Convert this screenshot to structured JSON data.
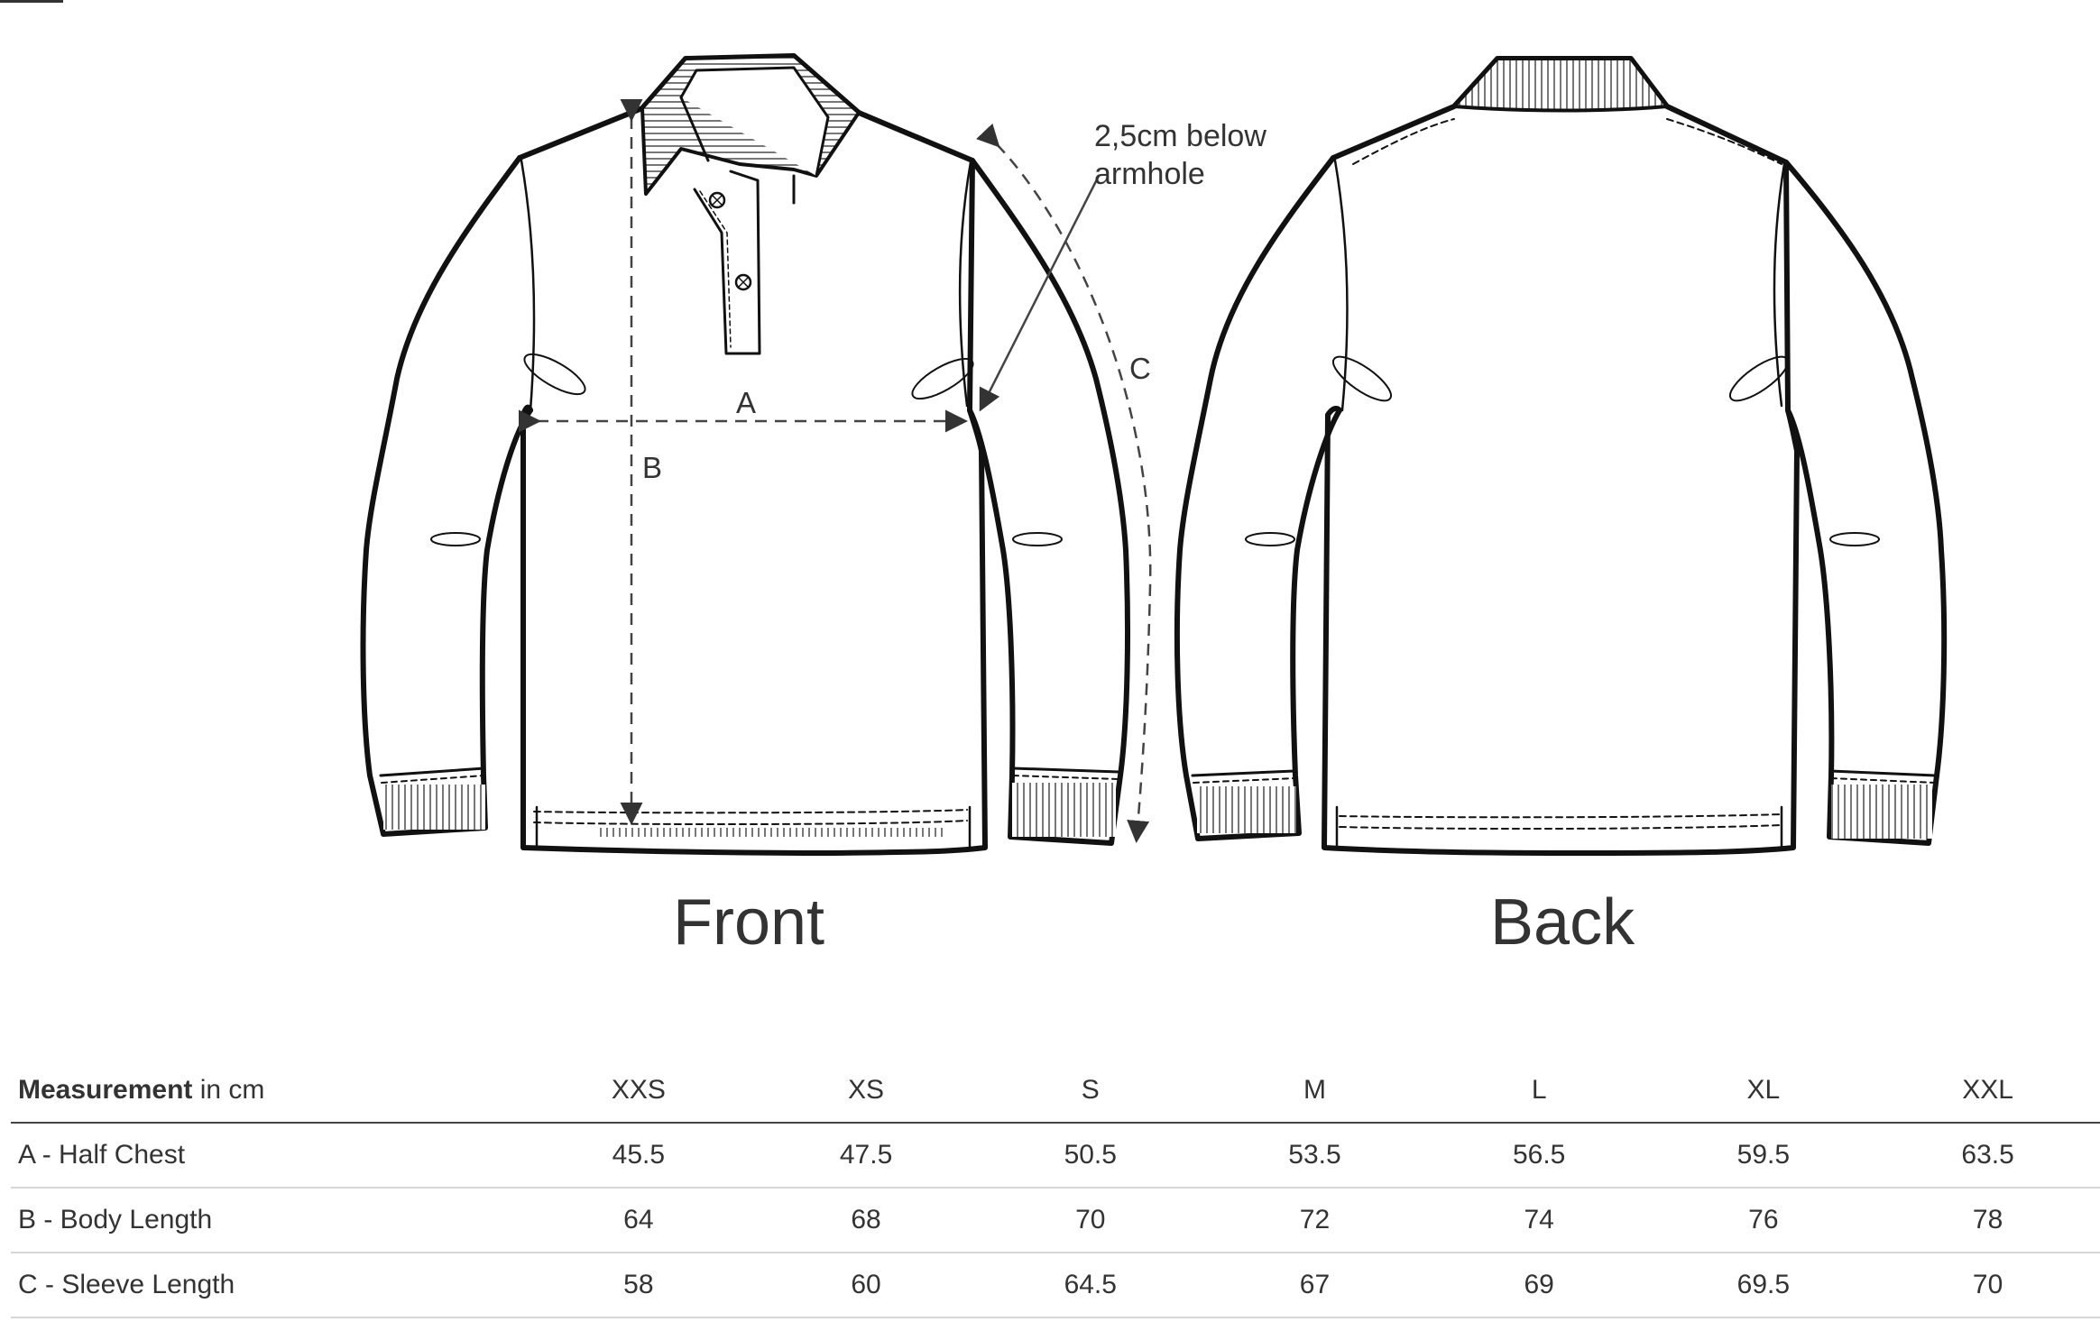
{
  "diagram": {
    "front_label": "Front",
    "back_label": "Back",
    "dimension_a": "A",
    "dimension_b": "B",
    "dimension_c": "C",
    "note_line1": "2,5cm below",
    "note_line2": "armhole"
  },
  "table": {
    "header_bold": "Measurement",
    "header_rest": " in cm",
    "sizes": [
      "XXS",
      "XS",
      "S",
      "M",
      "L",
      "XL",
      "XXL"
    ],
    "rows": [
      {
        "label": "A - Half Chest",
        "values": [
          "45.5",
          "47.5",
          "50.5",
          "53.5",
          "56.5",
          "59.5",
          "63.5"
        ]
      },
      {
        "label": "B - Body Length",
        "values": [
          "64",
          "68",
          "70",
          "72",
          "74",
          "76",
          "78"
        ]
      },
      {
        "label": "C - Sleeve Length",
        "values": [
          "58",
          "60",
          "64.5",
          "67",
          "69",
          "69.5",
          "70"
        ]
      }
    ]
  }
}
